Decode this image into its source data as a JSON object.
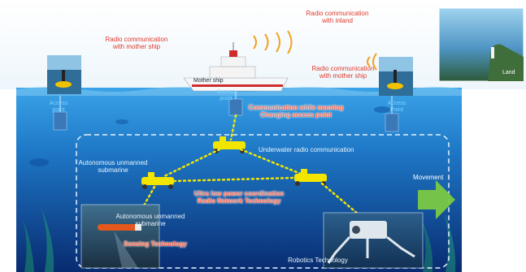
{
  "labels": {
    "radio_mother_ship_left": "Radio communication\nwith mother ship",
    "radio_inland": "Radio communication\nwith inland",
    "radio_mother_ship_right": "Radio communication\nwith mother ship",
    "land": "Land",
    "mother_ship": "Mother ship",
    "access_point_left": "Access\npoint",
    "access_point_center": "Access\npoint",
    "access_point_right": "Access\nPoint",
    "comm_mooring": "Communication while mooring\nChanging access point",
    "underwater_radio": "Underwater radio communication",
    "auv_top": "Autonomous unmanned\nsubmarine",
    "auv_bottom": "Autonomous unmanned\nsubmarine",
    "ultra_low_power": "Ultra low power coordination\nRadio Network Technology",
    "movement": "Movement",
    "sensing": "Sensing Technology",
    "robotics": "Robotics Technology"
  },
  "colors": {
    "sea_top": "#2a8fd8",
    "sea_bottom": "#0a2f7a",
    "link_dots": "#f2e600",
    "label_red": "#e03a2a",
    "arrow_green": "#7ac943"
  },
  "icons": [
    "buoy-icon",
    "ship-icon",
    "radio-wave-icon",
    "submarine-icon",
    "robot-arm-icon",
    "arrow-right-icon"
  ]
}
